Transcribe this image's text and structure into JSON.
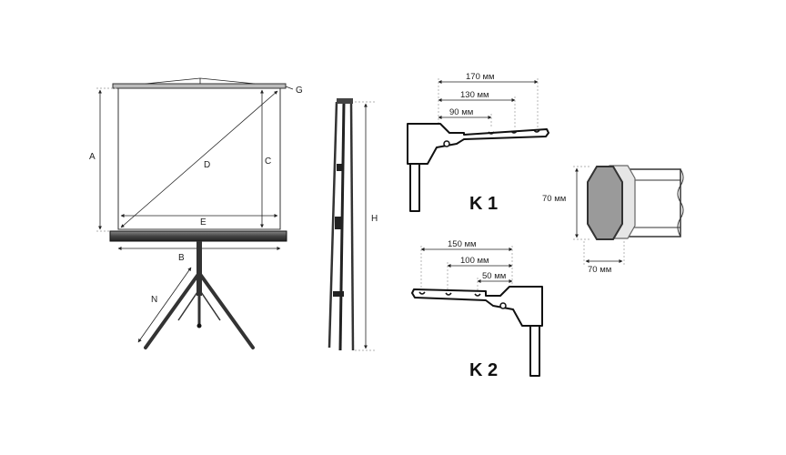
{
  "labels": {
    "a": "A",
    "b": "B",
    "c": "C",
    "d": "D",
    "e": "E",
    "g": "G",
    "h": "H",
    "n": "N"
  },
  "bracket_k1": {
    "title": "K 1",
    "dim_170": "170 мм",
    "dim_130": "130 мм",
    "dim_90": "90 мм"
  },
  "bracket_k2": {
    "title": "K 2",
    "dim_150": "150 мм",
    "dim_100": "100 мм",
    "dim_50": "50 мм"
  },
  "profile": {
    "height": "70 мм",
    "width": "70 мм"
  }
}
